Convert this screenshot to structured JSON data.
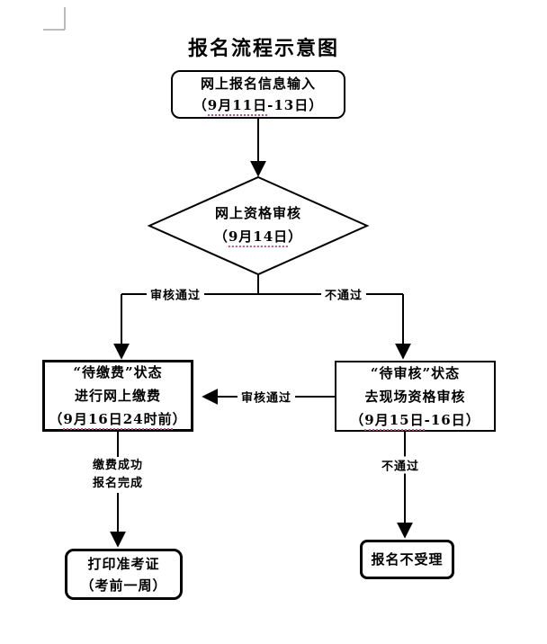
{
  "page": {
    "title": "报名流程示意图"
  },
  "colors": {
    "line": "#000000",
    "background": "#ffffff",
    "margin_mark": "#a6a6a6",
    "spellcheck_underline": "#c0508c"
  },
  "nodes": {
    "online_input": {
      "line1": "网上报名信息输入",
      "paren_open": "（",
      "date": "9月11日",
      "rest": "-13日）"
    },
    "online_review": {
      "line1": "网上资格审核",
      "paren_open": "（",
      "date": "9月14日",
      "rest": "）"
    },
    "pending_pay": {
      "line1": "“待缴费”状态",
      "line2": "进行网上缴费",
      "paren_open": "（",
      "date": "9月16日24时前",
      "rest": "）"
    },
    "pending_review": {
      "line1": "“待审核”状态",
      "line2": "去现场资格审核",
      "paren_open": "（",
      "date": "9月15日",
      "rest": "-16日）"
    },
    "print_ticket": {
      "line1": "打印准考证",
      "line2": "（考前一周）"
    },
    "rejected": {
      "line1": "报名不受理"
    }
  },
  "edge_labels": {
    "review_pass": "审核通过",
    "review_fail": "不通过",
    "onsite_pass": "审核通过",
    "pay_done_line1": "缴费成功",
    "pay_done_line2": "报名完成",
    "onsite_fail": "不通过"
  }
}
